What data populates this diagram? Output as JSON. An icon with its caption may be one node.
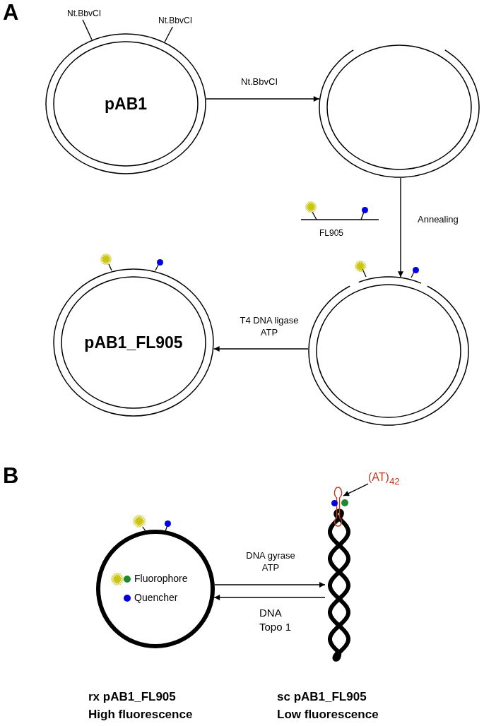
{
  "diagram": {
    "nodes": [
      {
        "text": [
          "pAB1"
        ]
      },
      {
        "text": [],
        "shape": "circle"
      },
      {
        "text": [],
        "shape": "bar",
        "beside": [
          "FL905"
        ]
      },
      {
        "text": [],
        "shape": "circle"
      },
      {
        "text": [
          "pAB1_FL905"
        ]
      },
      {
        "text": [],
        "shape": "circle",
        "beside": [
          "rx pAB1_FL905 High fluorescence"
        ]
      },
      {
        "text": [],
        "shape": "helix",
        "beside": [
          "sc pAB1_FL905 Low fluorescence"
        ]
      },
      {
        "text": [
          "(AT)$_{42}$"
        ]
      },
      {
        "text": [],
        "shape": "hairpin"
      },
      {
        "text": [
          "Nt.BbvCI"
        ]
      },
      {
        "text": [
          "Nt.BbvCI"
        ]
      }
    ],
    "edges": [
      {
        "from": 0,
        "to": 1,
        "arrow": "to",
        "label": "Nt.BbvCI"
      },
      {
        "from": 1,
        "to": 3,
        "arrow": "to",
        "label": "Annealing"
      },
      {
        "from": 3,
        "to": 4,
        "arrow": "to",
        "label": "T4 DNA ligase ATP"
      },
      {
        "from": 5,
        "to": 6,
        "arrow": "to",
        "label": "DNA gyrase ATP"
      },
      {
        "from": 6,
        "to": 5,
        "arrow": "to",
        "label": "DNA Topo 1"
      },
      {
        "from": 7,
        "to": 8,
        "arrow": "to"
      },
      {
        "from": 9,
        "to": 0,
        "arrow": "none"
      },
      {
        "from": 10,
        "to": 0,
        "arrow": "none"
      }
    ],
    "labels": [
      "A",
      "B"
    ],
    "legend": [
      {
        "text": "Fluorophore",
        "color": "#1a8a2e"
      },
      {
        "text": "Quencher",
        "color": "#0000e0"
      }
    ]
  }
}
